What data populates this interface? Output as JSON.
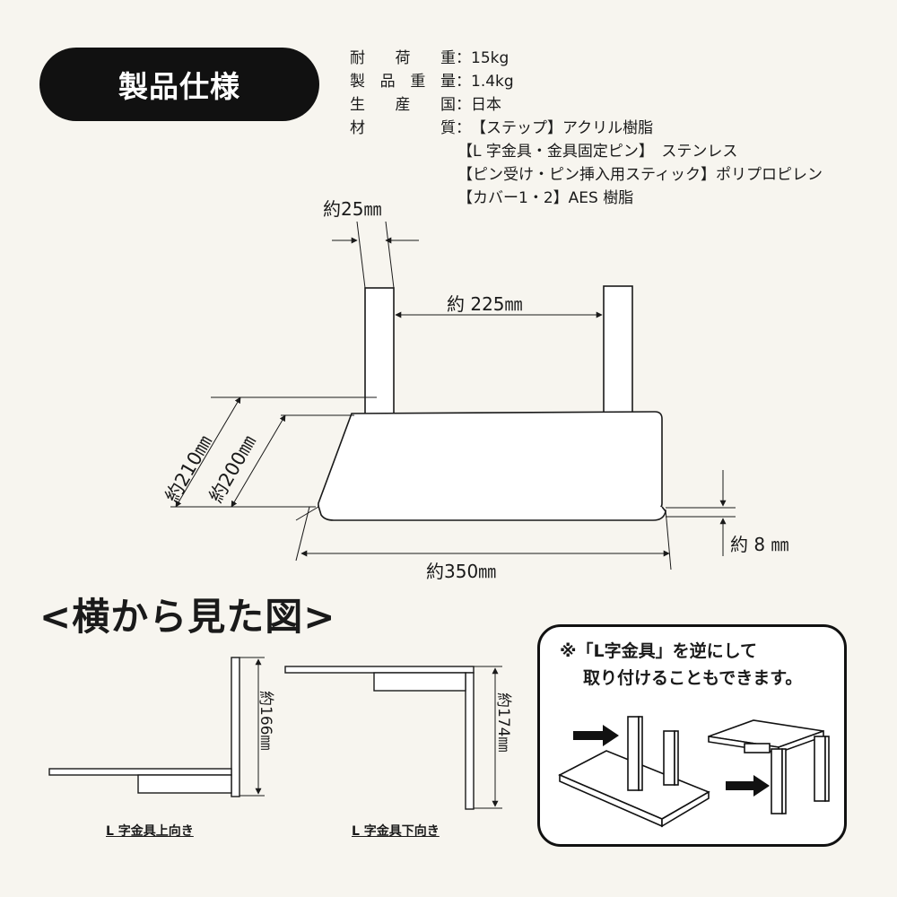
{
  "header": {
    "title": "製品仕様"
  },
  "specs": {
    "load_label": "耐荷重",
    "load_value": "15kg",
    "weight_label": "製品重量",
    "weight_value": "1.4kg",
    "origin_label": "生産国",
    "origin_value": "日本",
    "material_label": "材質",
    "material_lines": [
      "【ステップ】アクリル樹脂",
      "【L 字金具・金具固定ピン】　ステンレス",
      "【ピン受け・ピン挿入用スティック】ポリプロピレン",
      "【カバー1・2】AES 樹脂"
    ]
  },
  "dimensions": {
    "post_width": "約25㎜",
    "post_gap": "約 225㎜",
    "depth_outer": "約210㎜",
    "depth_inner": "約200㎜",
    "width": "約350㎜",
    "thickness": "約 8 ㎜"
  },
  "side_view": {
    "title": "<横から見た図>",
    "height_up": "約166㎜",
    "height_down": "約174㎜",
    "caption_up": "L 字金具上向き",
    "caption_down": "L 字金具下向き"
  },
  "note": {
    "line1": "※「L字金具」を逆にして",
    "line2": "取り付けることもできます。"
  },
  "colors": {
    "ink": "#1a1a1a",
    "background": "#f7f5ef",
    "pill": "#111111",
    "note_bg": "#ffffff"
  }
}
